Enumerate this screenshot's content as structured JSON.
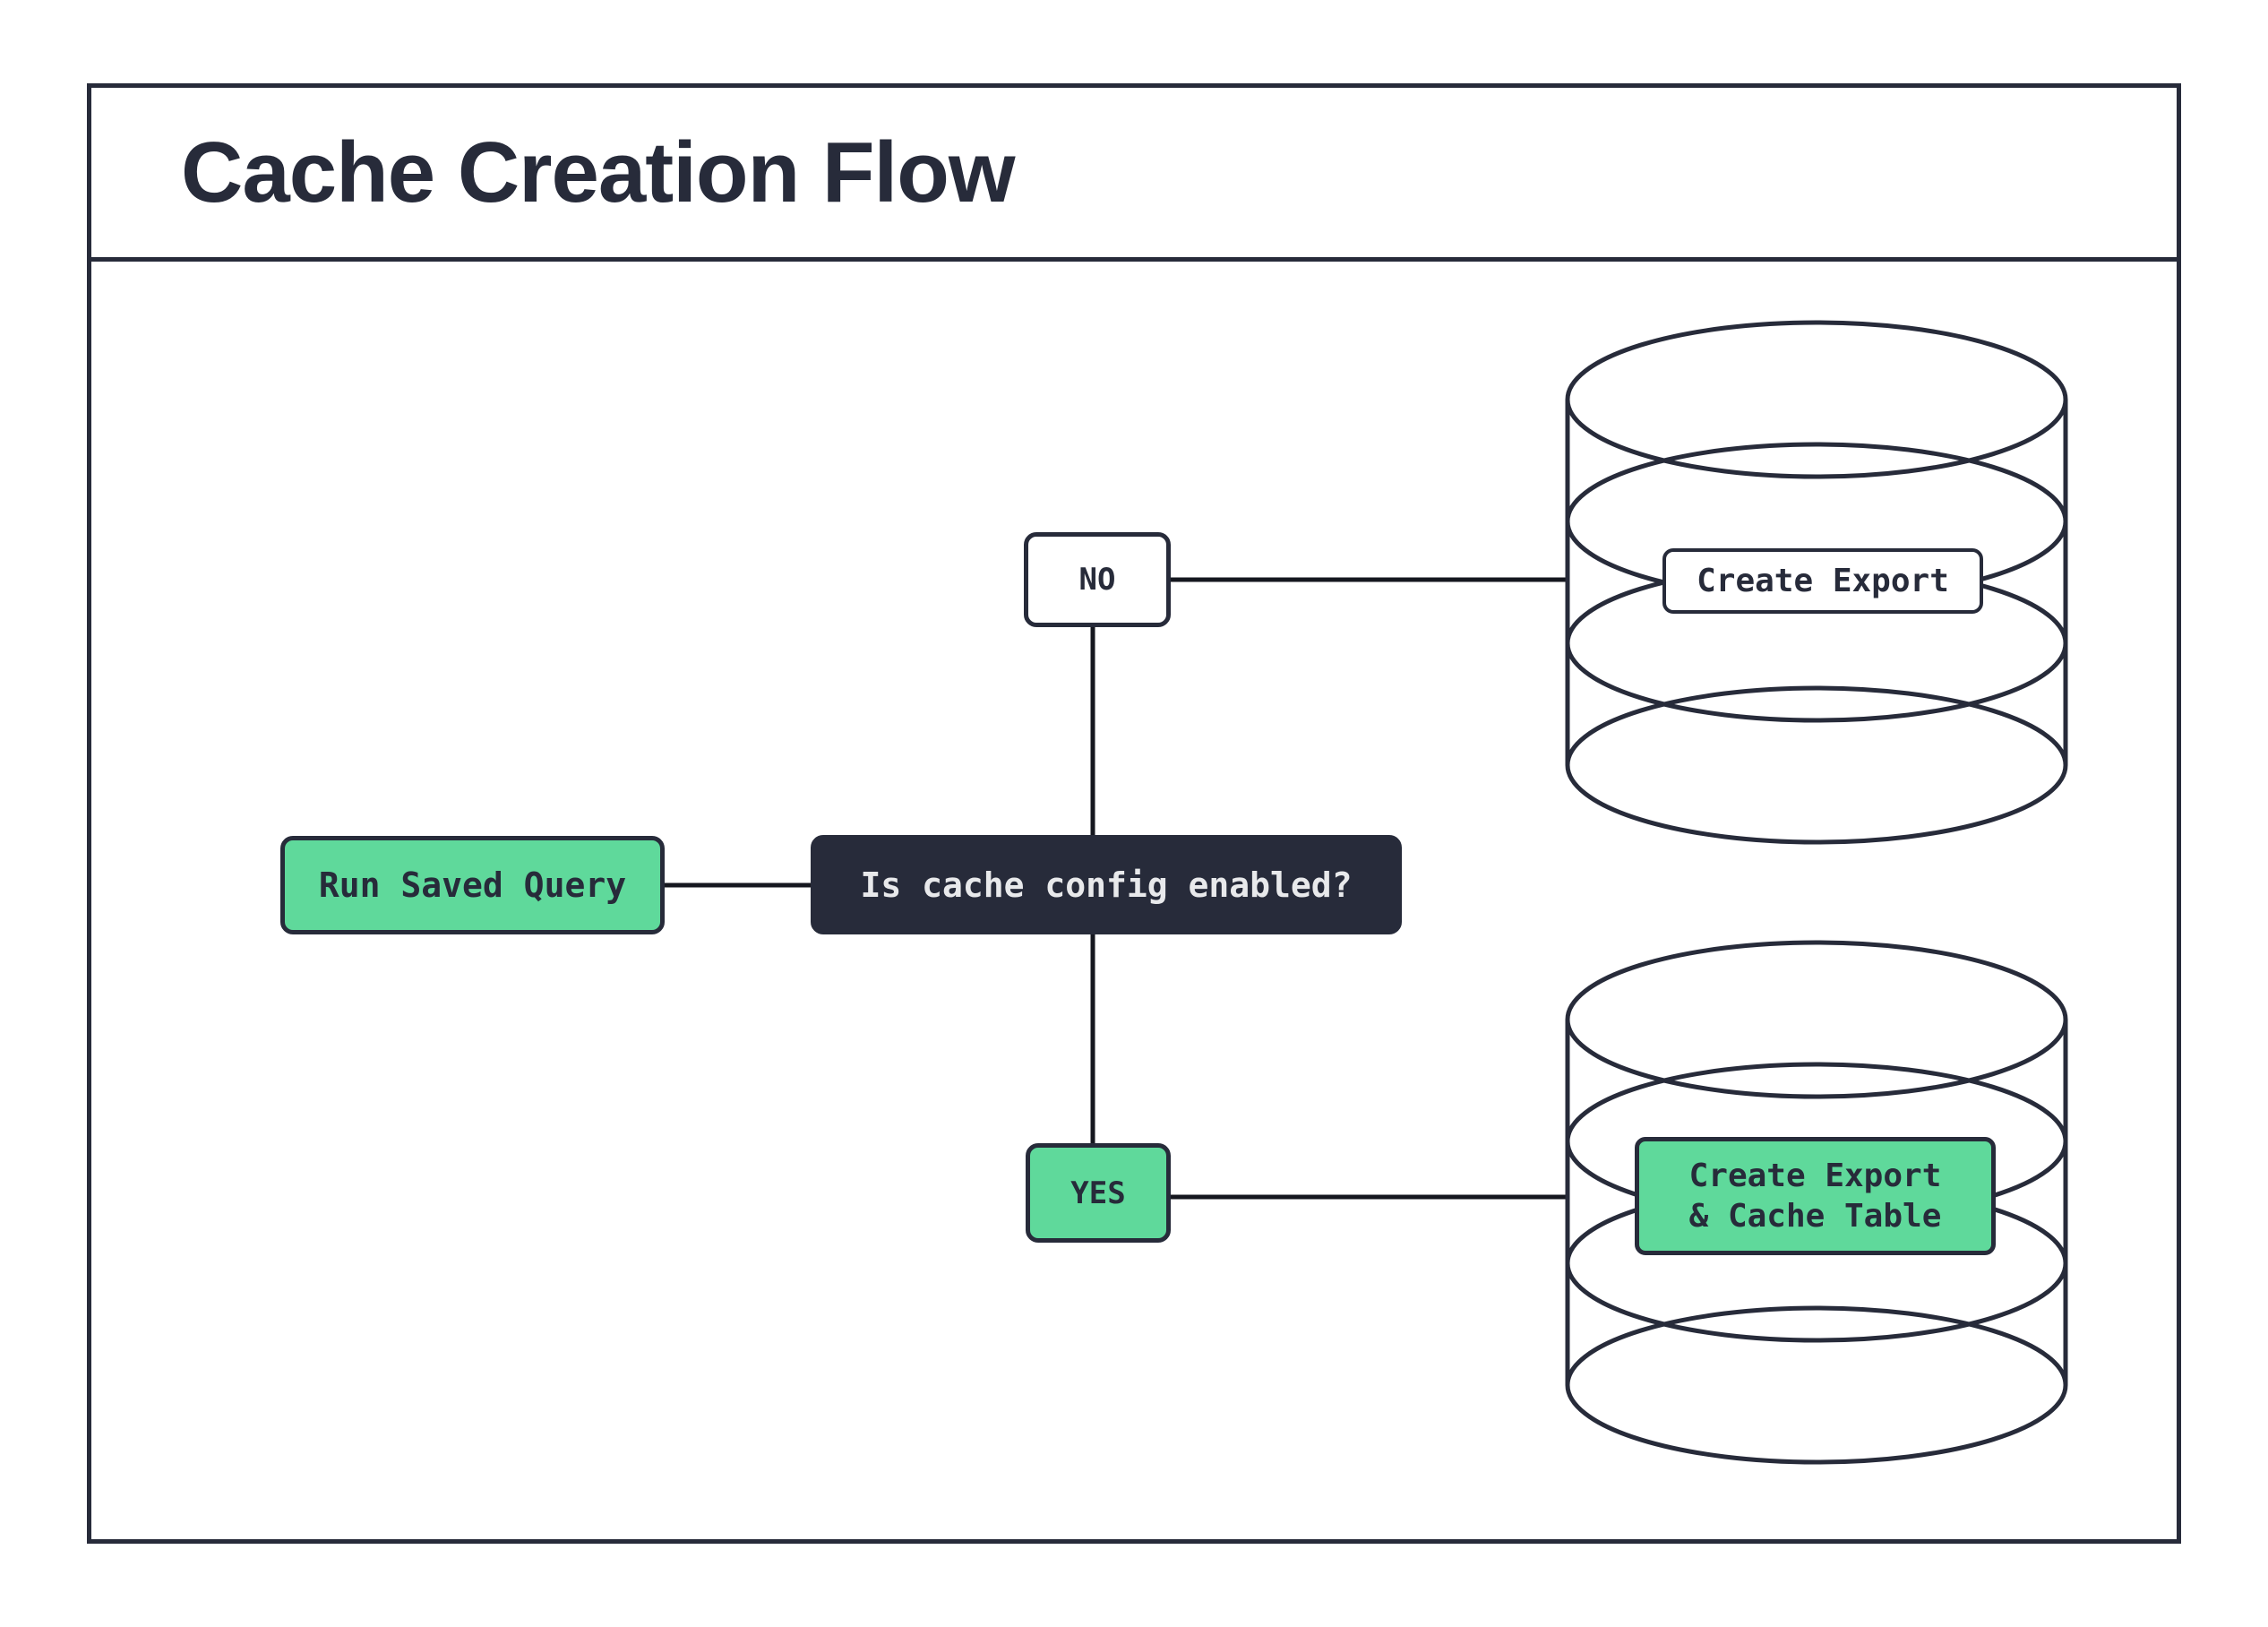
{
  "title": "Cache Creation Flow",
  "colors": {
    "dark": "#272B3A",
    "green": "#5FD99B",
    "light_text": "#E8E9EB",
    "connector": "#15171F",
    "background": "#FFFFFF"
  },
  "flow": {
    "nodes": {
      "start": {
        "label": "Run Saved Query",
        "shape": "rounded-rect",
        "fill": "green"
      },
      "question": {
        "label": "Is cache config enabled?",
        "shape": "rounded-rect",
        "fill": "dark"
      },
      "no_branch": {
        "label": "NO",
        "shape": "rounded-rect",
        "fill": "white"
      },
      "yes_branch": {
        "label": "YES",
        "shape": "rounded-rect",
        "fill": "green"
      },
      "no_result": {
        "label": "Create Export",
        "shape": "database-cylinder",
        "label_fill": "white"
      },
      "yes_result": {
        "label_line1": "Create Export",
        "label_line2": "& Cache Table",
        "shape": "database-cylinder",
        "label_fill": "green"
      }
    },
    "edges": [
      {
        "from": "start",
        "to": "question"
      },
      {
        "from": "question",
        "to": "no_branch"
      },
      {
        "from": "no_branch",
        "to": "no_result"
      },
      {
        "from": "question",
        "to": "yes_branch"
      },
      {
        "from": "yes_branch",
        "to": "yes_result"
      }
    ]
  }
}
